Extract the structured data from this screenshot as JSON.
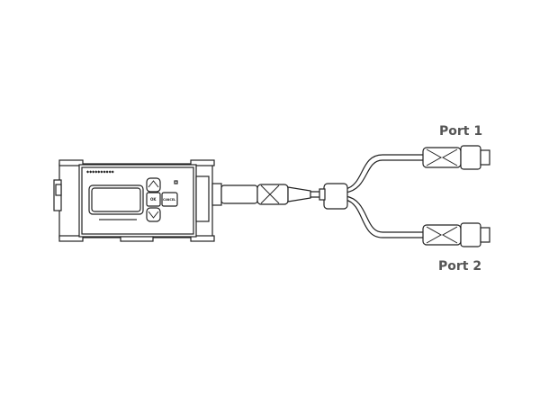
{
  "labels": {
    "port1": "Port 1",
    "port2": "Port 2"
  },
  "device": {
    "ok_label": "OK",
    "cancel_label": "CANCEL"
  },
  "colors": {
    "line": "#222222",
    "label": "#555555"
  }
}
